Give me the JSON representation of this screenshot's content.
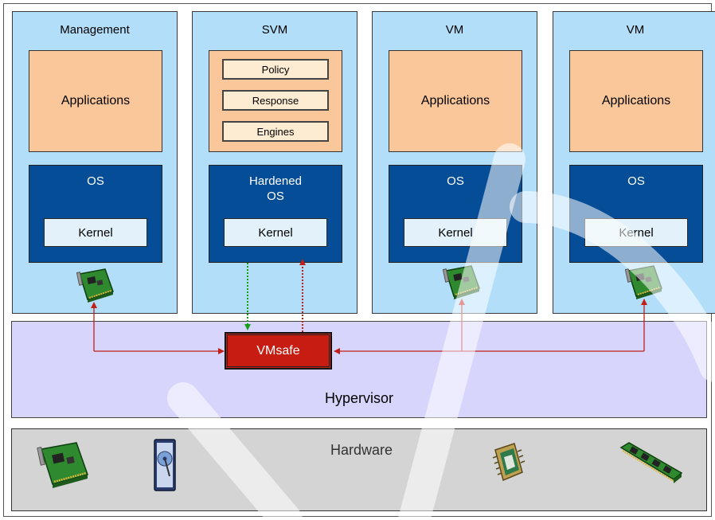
{
  "columns": [
    {
      "title": "Management",
      "apps": "Applications",
      "os": "OS",
      "kernel": "Kernel"
    },
    {
      "title": "SVM",
      "items": [
        "Policy",
        "Response",
        "Engines"
      ],
      "os": "Hardened OS",
      "os_line1": "Hardened",
      "os_line2": "OS",
      "kernel": "Kernel"
    },
    {
      "title": "VM",
      "apps": "Applications",
      "os": "OS",
      "kernel": "Kernel"
    },
    {
      "title": "VM",
      "apps": "Applications",
      "os": "OS",
      "kernel": "Kernel"
    }
  ],
  "hypervisor": {
    "label": "Hypervisor",
    "vmsafe": "VMsafe"
  },
  "hardware": {
    "label": "Hardware"
  },
  "colors": {
    "column_bg": "#b3defa",
    "apps_bg": "#fac79b",
    "os_bg": "#054d96",
    "kernel_bg": "#e3f1fb",
    "hypervisor_bg": "#d7d5fc",
    "vmsafe_bg": "#c61c12",
    "hardware_bg": "#d4d4d4",
    "arrow_red": "#c0201a",
    "arrow_green": "#1a9e1a"
  },
  "icons": [
    "network-card-icon",
    "disk-drive-icon",
    "cpu-chip-icon",
    "memory-module-icon"
  ]
}
